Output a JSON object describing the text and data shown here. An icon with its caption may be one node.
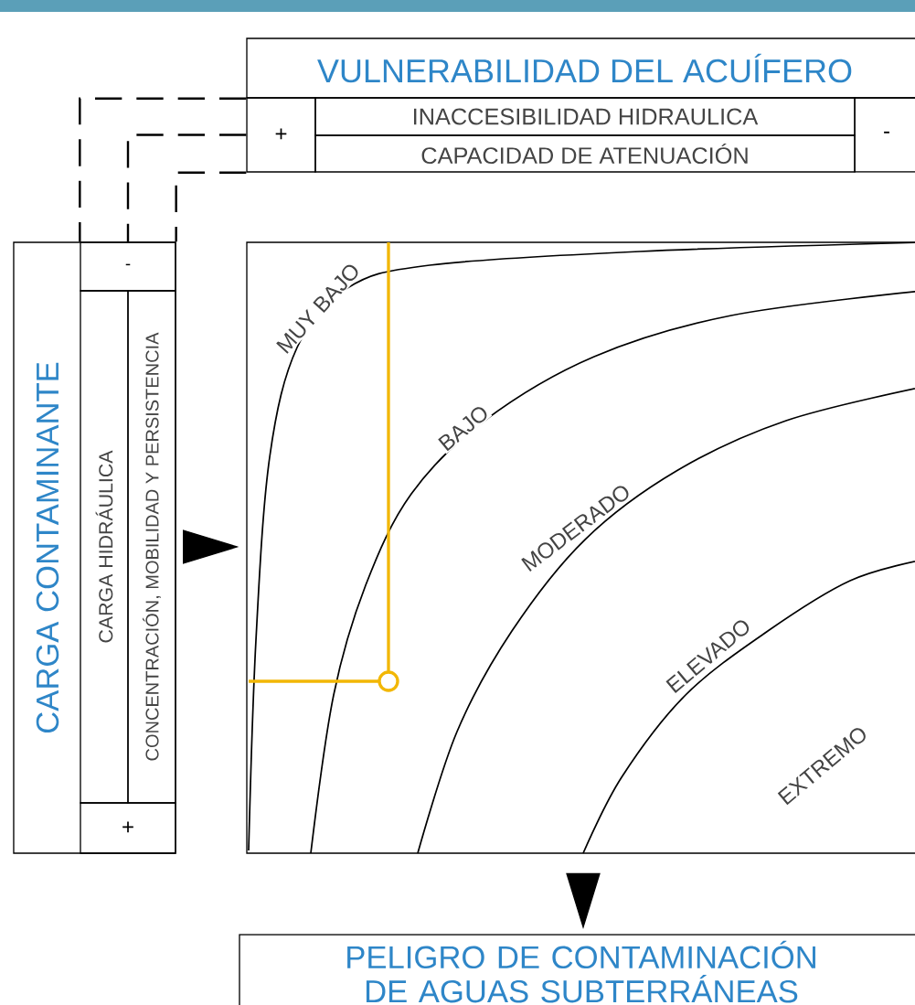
{
  "diagram": {
    "nodes": [
      {
        "text": [
          "VULNERABILIDAD DEL ACUÍFERO"
        ]
      },
      {
        "text": [
          "+"
        ]
      },
      {
        "text": [
          "INACCESIBILIDAD HIDRAULICA"
        ]
      },
      {
        "text": [
          "CAPACIDAD DE ATENUACIÓN"
        ]
      },
      {
        "text": [
          "-"
        ]
      },
      {
        "text": [
          "CARGA CONTAMINANTE"
        ]
      },
      {
        "text": [
          "-"
        ],
        "in": 5
      },
      {
        "text": [
          "CARGA HIDRÁULICA"
        ],
        "in": 5
      },
      {
        "text": [
          "CONCENTRACIÓN, MOBILIDAD Y PERSISTENCIA"
        ],
        "in": 5
      },
      {
        "text": [
          "+"
        ],
        "in": 5
      },
      {
        "text": [
          "MUY BAJO",
          "BAJO",
          "MODERADO",
          "ELEVADO",
          "EXTREMO"
        ]
      },
      {
        "text": [
          "PELIGRO DE CONTAMINACIÓN DE AGUAS SUBTERRÁNEAS"
        ]
      }
    ],
    "edges": [
      {
        "from": 0,
        "to": 6,
        "arrow": "none",
        "style": "dashed"
      },
      {
        "from": 1,
        "to": 6,
        "arrow": "none",
        "style": "dashed"
      },
      {
        "from": 1,
        "to": 6,
        "arrow": "none",
        "style": "dashed"
      },
      {
        "from": 5,
        "to": 10,
        "arrow": "to"
      },
      {
        "from": 10,
        "to": 11,
        "arrow": "to"
      }
    ]
  }
}
